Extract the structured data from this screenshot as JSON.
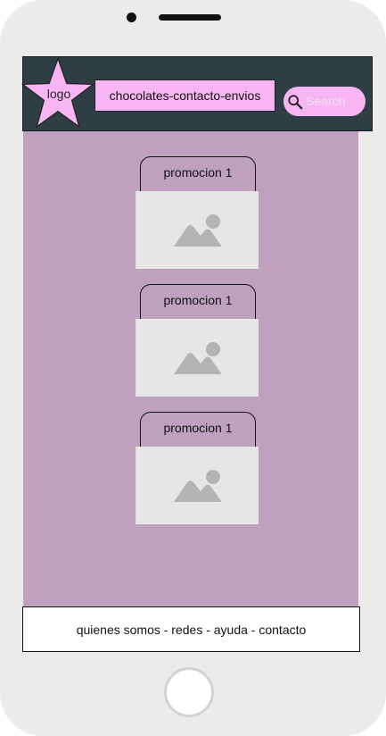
{
  "header": {
    "logo_label": "logo",
    "nav_label": "chocolates-contacto-envios",
    "search_placeholder": "Search"
  },
  "promotions": [
    {
      "title": "promocion 1"
    },
    {
      "title": "promocion 1"
    },
    {
      "title": "promocion 1"
    }
  ],
  "footer": {
    "label": "quienes somos - redes - ayuda - contacto"
  },
  "colors": {
    "header_bg": "#2f3e45",
    "accent_pink": "#f7b6f3",
    "screen_bg": "#bfa0bd",
    "image_placeholder": "#e6e6e6"
  }
}
